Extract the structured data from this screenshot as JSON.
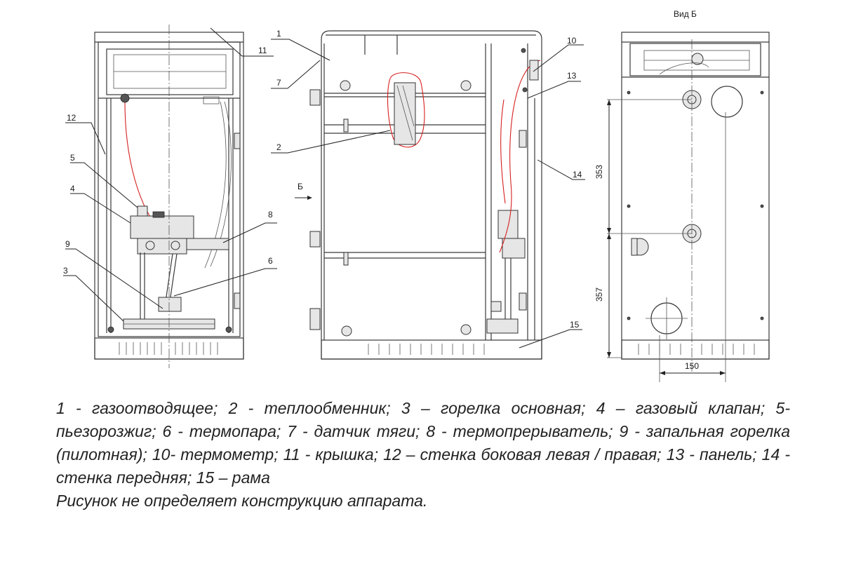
{
  "drawing": {
    "view_title": "Вид Б",
    "arrow_label": "Б",
    "callouts": [
      "1",
      "2",
      "3",
      "4",
      "5",
      "6",
      "7",
      "8",
      "9",
      "10",
      "11",
      "12",
      "13",
      "14",
      "15"
    ],
    "dimensions": {
      "upper": "353",
      "lower": "357",
      "width": "150"
    }
  },
  "legend": {
    "text": "1 - газоотводящее; 2 - теплообменник; 3 – горелка основная; 4 – газовый клапан; 5-пьезорозжиг; 6 - термопара; 7 - датчик тяги; 8 - термопрерыватель; 9 - запальная горелка (пилотная); 10- термометр; 11 - крышка; 12 – стенка боковая левая / правая; 13 - панель; 14 - стенка передняя; 15 – рама",
    "note": "Рисунок не определяет конструкцию аппарата."
  }
}
